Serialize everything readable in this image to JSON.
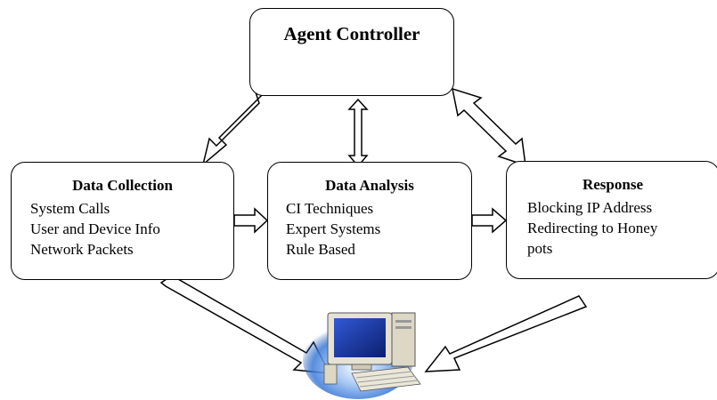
{
  "controller": {
    "title": "Agent Controller"
  },
  "collection": {
    "title": "Data Collection",
    "lines": [
      "System Calls",
      "User and Device Info",
      "Network Packets"
    ]
  },
  "analysis": {
    "title": "Data Analysis",
    "lines": [
      "CI Techniques",
      "Expert Systems",
      "Rule Based"
    ]
  },
  "response": {
    "title": "Response",
    "lines": [
      "Blocking IP Address",
      "Redirecting to Honey",
      "pots"
    ]
  },
  "colors": {
    "line": "#000000",
    "arrow_fill": "#ffffff",
    "glow": "#3a7ad9",
    "screen": "#0d2a8a",
    "beige": "#e6e2d3"
  },
  "icons": {
    "computer": "desktop-computer-icon"
  }
}
